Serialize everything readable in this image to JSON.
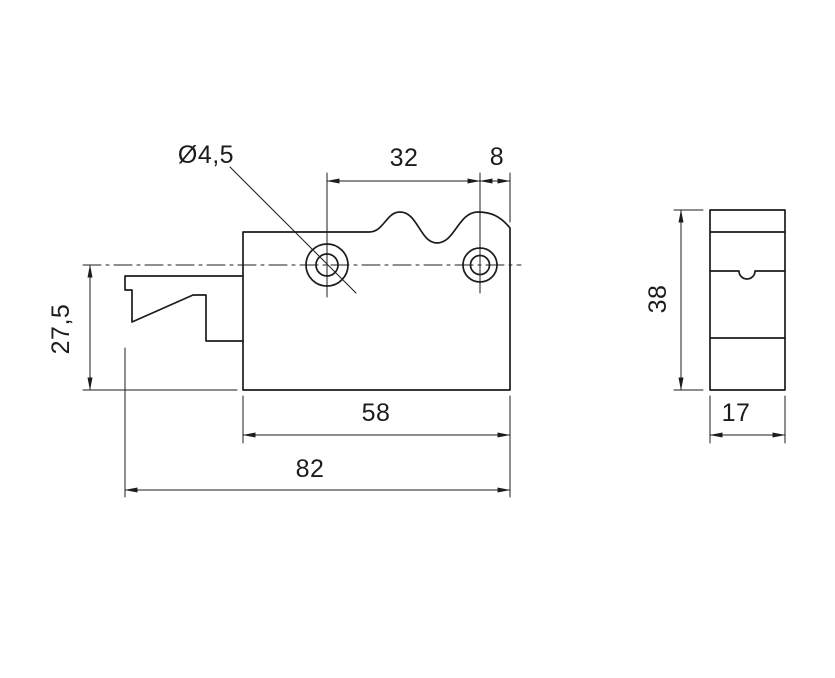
{
  "page": {
    "background": "#ffffff",
    "line_color": "#1c1c1c"
  },
  "dimensions": {
    "hole_diameter": "Ø4,5",
    "hole_pitch": "32",
    "hole_edge_offset": "8",
    "centerline_to_bottom": "27,5",
    "body_width": "58",
    "overall_width": "82",
    "overall_height": "38",
    "depth": "17"
  }
}
